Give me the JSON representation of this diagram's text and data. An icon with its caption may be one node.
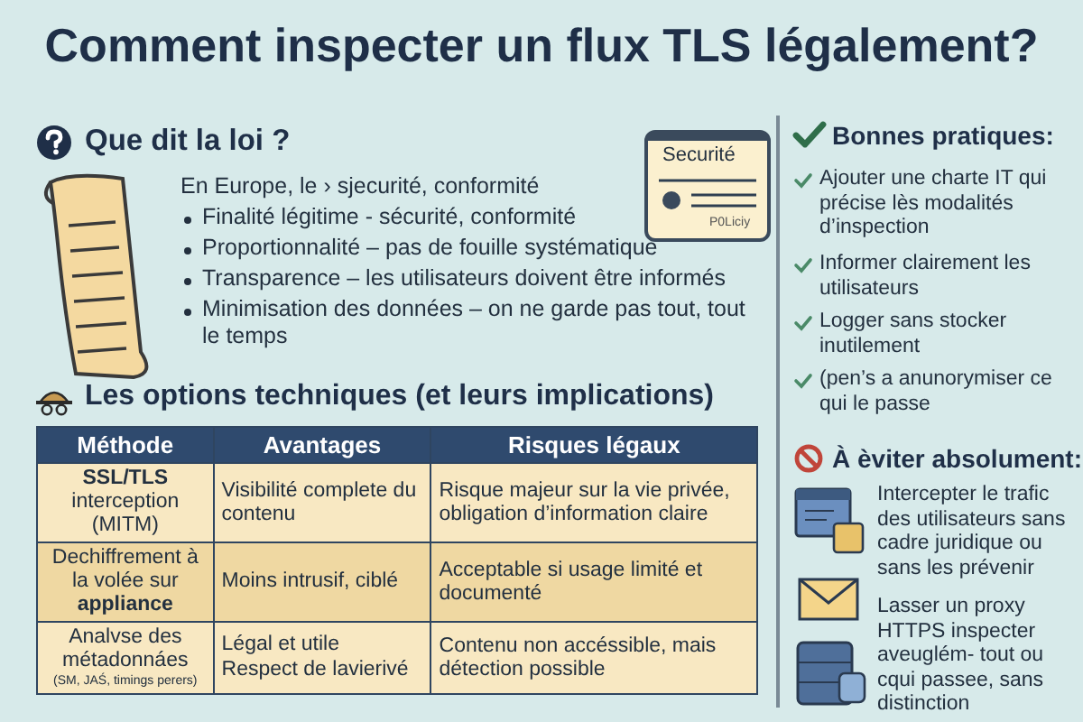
{
  "diagram": {
    "title": "Comment inspecter un flux TLS légalement?",
    "labels": [
      "Que dit la loi ?",
      "Securité",
      "P0Liciy",
      "En Europe, le › sjecurité, conformité",
      "Finalité légitime - sécurité, conformité",
      "Proportionnalité – pas de fouille systématique",
      "Transparence – les utilisateurs doivent être informés",
      "Minimisation des données – on ne garde pas tout, tout le temps",
      "Les options techniques (et leurs implications)",
      "Méthode",
      "Avantages",
      "Risques légaux",
      "**SSL/TLS** interception (MITM)",
      "Visibilité complete du contenu",
      "Risque majeur sur la vie privée, obligation d’information claire",
      "Dechiffrement à la volée sur **appliance**",
      "Moins intrusif, ciblé",
      "Acceptable si usage limité et documenté",
      "Analvse des métadonnáes",
      "(SM, JAŚ, timings perers)",
      "Légal et utile",
      "Respect de lavierivé",
      "Contenu non accéssible, mais détection possible",
      "Bonnes pratiques:",
      "Ajouter une charte IT qui précise lès modalités d’inspection",
      "Informer clairement les utilisateurs",
      "Logger sans stocker inutilement",
      "(pen’s a anunorymiser ce qui le passe",
      "À èviter absolument:",
      "Intercepter le trafic des utilisateurs sans cadre juridique ou sans les prévenir",
      "Lasser un proxy HTTPS inspecter aveuglém- tout ou cqui passee, sans distinction"
    ]
  }
}
